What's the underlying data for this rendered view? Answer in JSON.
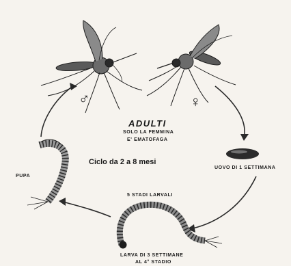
{
  "center": {
    "adults_title": "ADULTI",
    "adults_line1": "SOLO LA FEMMINA",
    "adults_line2": "E' EMATOFAGA",
    "cycle": "Ciclo da 2 a 8 mesi"
  },
  "stages": {
    "egg": "UOVO DI 1 SETTIMANA",
    "pupa": "PUPA",
    "larval_stages": "5 STADI LARVALI",
    "larva_line1": "LARVA DI 3 SETTIMANE",
    "larva_line2": "AL 4° STADIO"
  },
  "symbols": {
    "male": "♂",
    "female": "♀"
  }
}
